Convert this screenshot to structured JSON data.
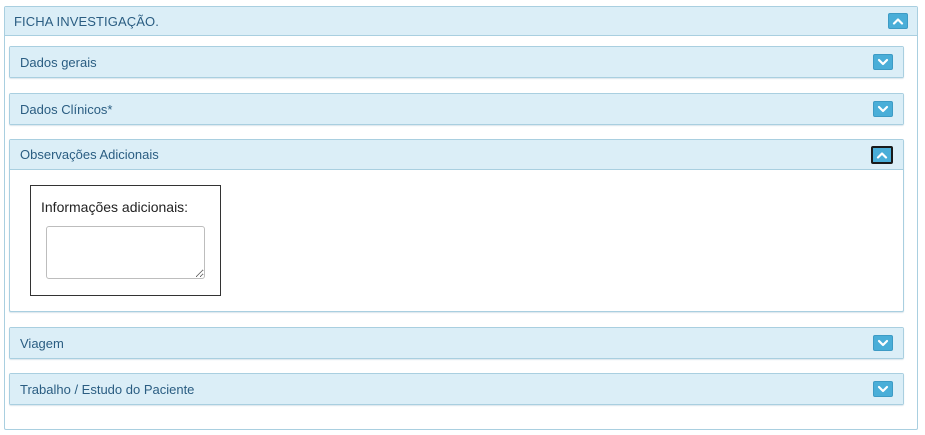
{
  "panel": {
    "title": "FICHA INVESTIGAÇÃO.",
    "toggle_icon": "chevron-up-icon"
  },
  "sections": [
    {
      "id": "dados-gerais",
      "title": "Dados gerais",
      "state": "collapsed",
      "toggle_icon": "chevron-down-icon"
    },
    {
      "id": "dados-clinicos",
      "title": "Dados Clínicos*",
      "state": "collapsed",
      "toggle_icon": "chevron-down-icon"
    },
    {
      "id": "observacoes-adicionais",
      "title": "Observações Adicionais",
      "state": "expanded",
      "toggle_icon": "chevron-up-icon"
    },
    {
      "id": "viagem",
      "title": "Viagem",
      "state": "collapsed",
      "toggle_icon": "chevron-down-icon"
    },
    {
      "id": "trabalho-estudo",
      "title": "Trabalho / Estudo do Paciente",
      "state": "collapsed",
      "toggle_icon": "chevron-down-icon"
    }
  ],
  "observacoes": {
    "label": "Informações adicionais:",
    "value": "",
    "placeholder": ""
  },
  "colors": {
    "header_bg": "#dbeef7",
    "border": "#a9cfe0",
    "title_text": "#2a5d82",
    "button_bg": "#4aaed8"
  }
}
